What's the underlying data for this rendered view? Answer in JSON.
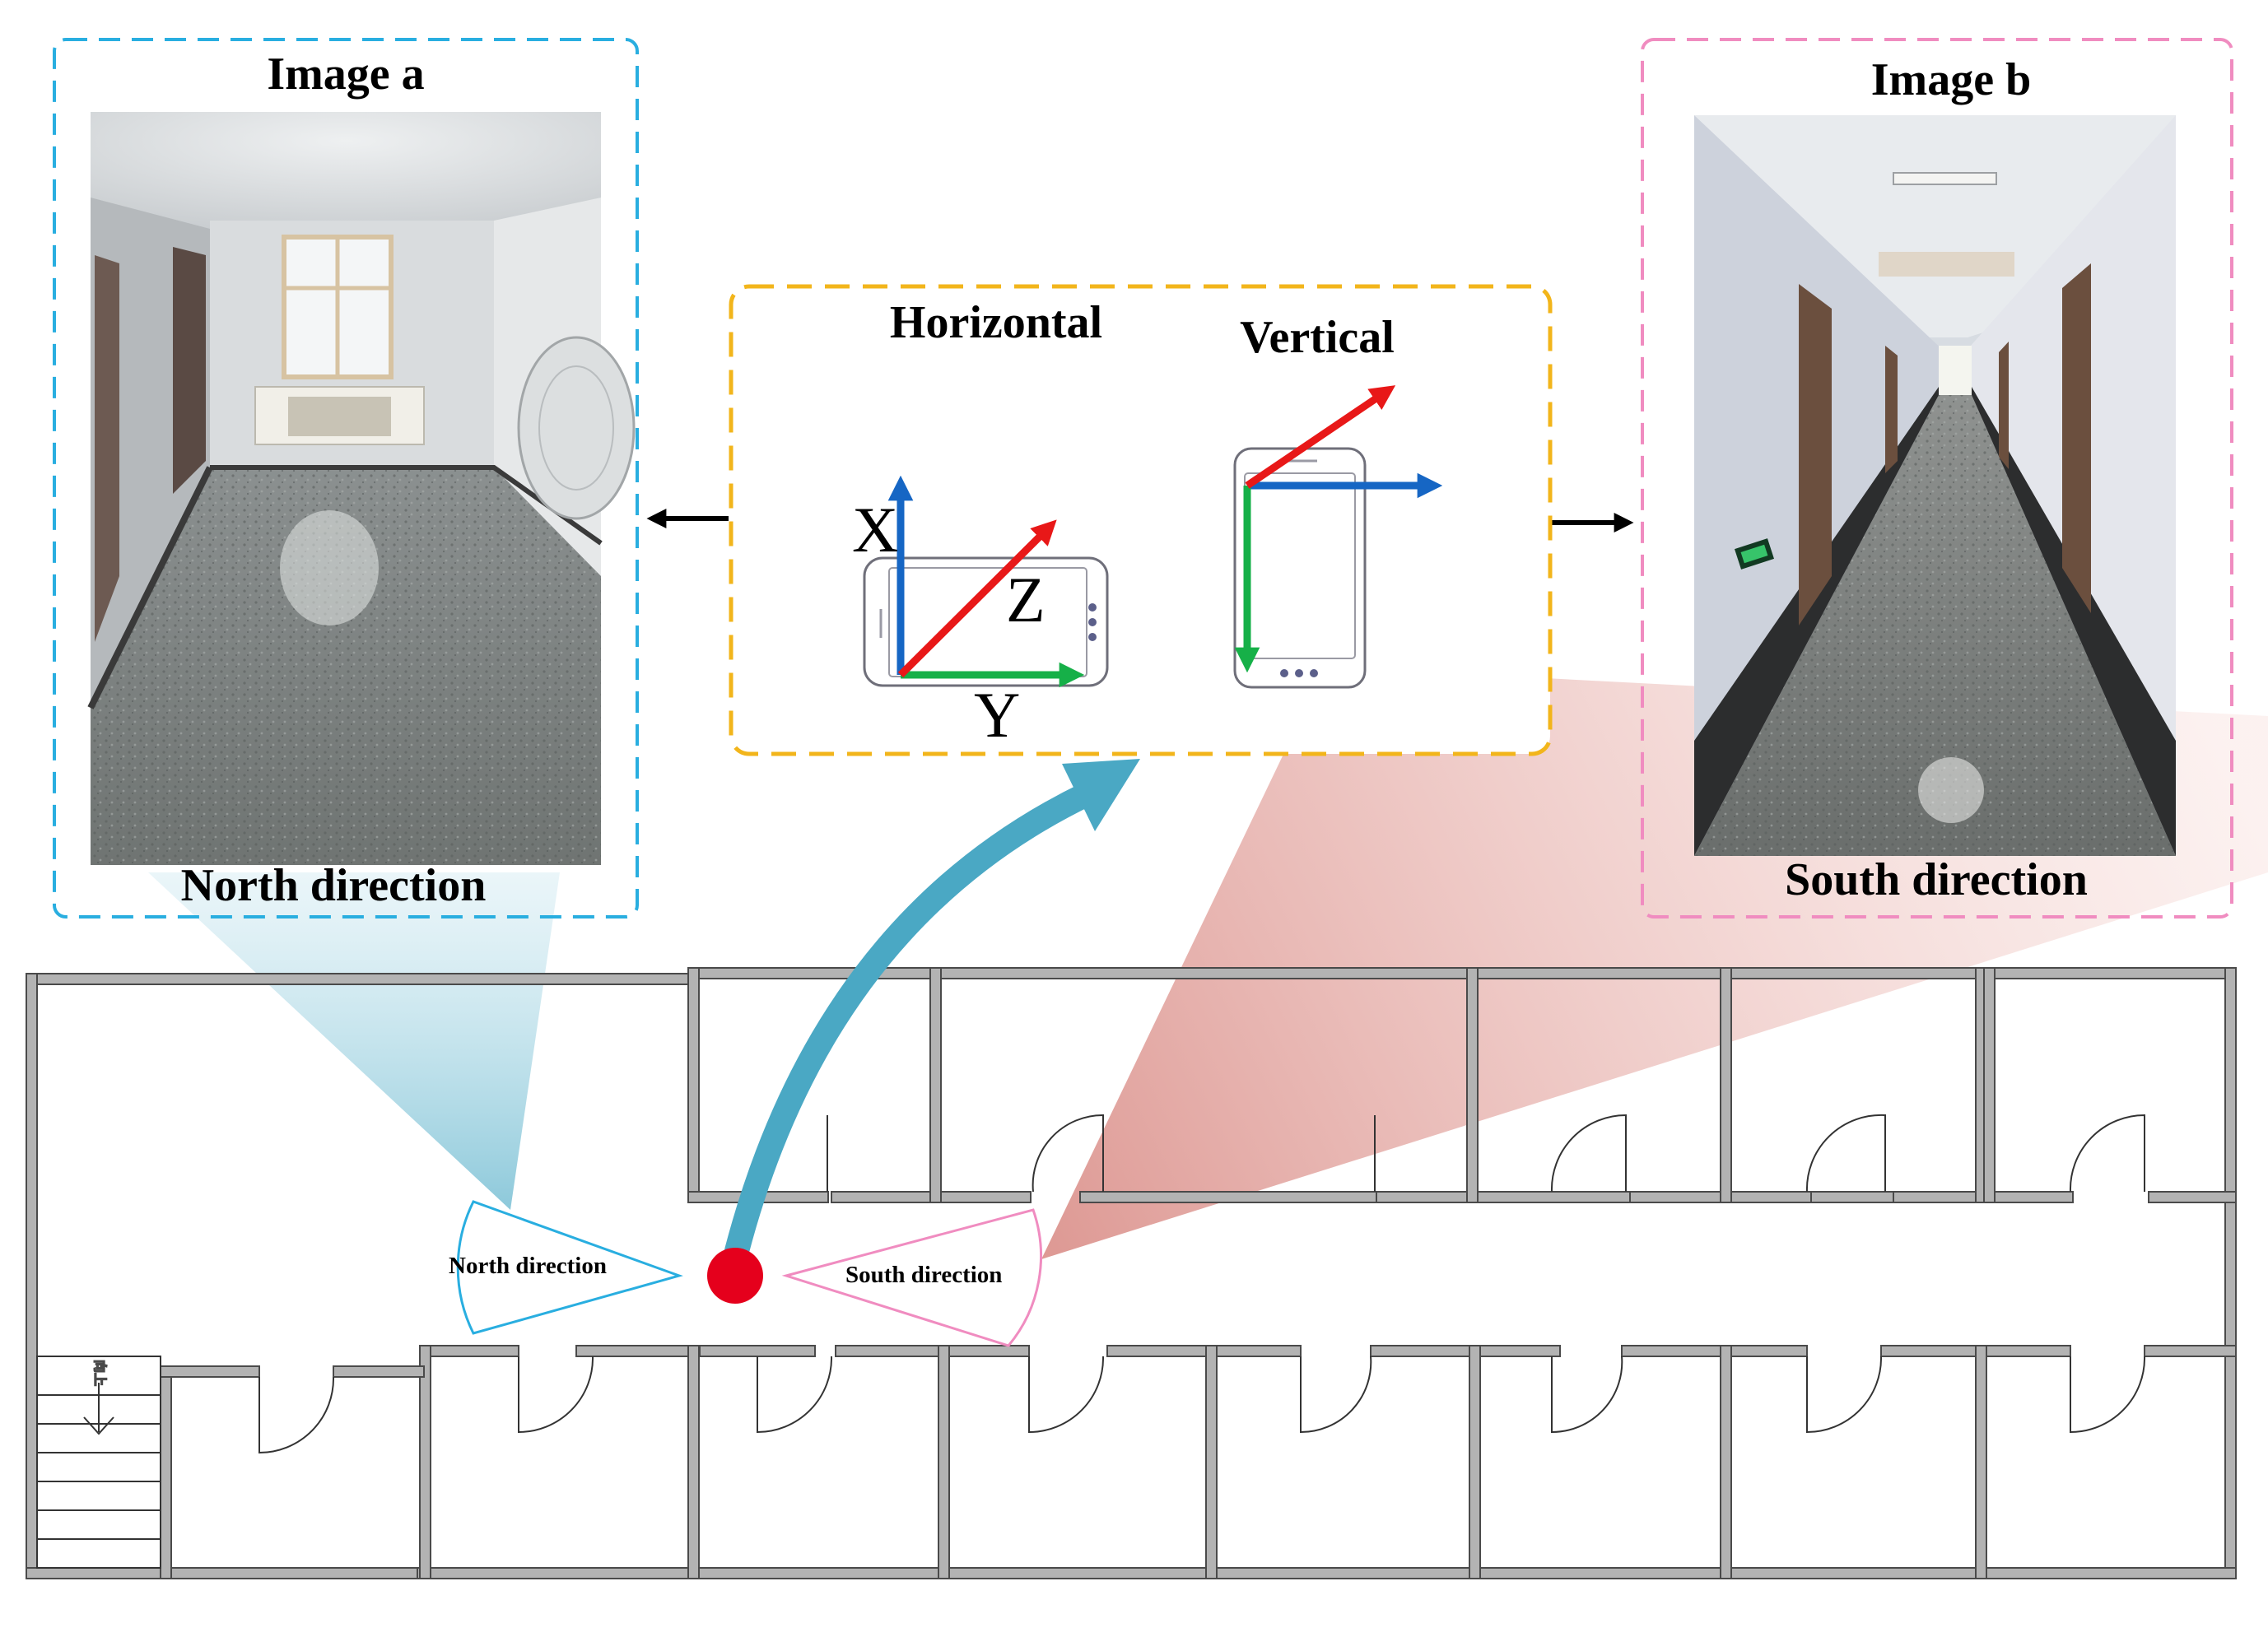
{
  "panel_a": {
    "title": "Image a",
    "caption": "North direction"
  },
  "panel_b": {
    "title": "Image b",
    "caption": "South direction"
  },
  "orientation": {
    "horizontal_label": "Horizontal",
    "vertical_label": "Vertical",
    "axes": {
      "x": "X",
      "y": "Y",
      "z": "Z"
    }
  },
  "floorplan": {
    "north_label": "North direction",
    "south_label": "South direction",
    "stair_label": "向上"
  },
  "colors": {
    "blue_frame": "#29aee0",
    "pink_frame": "#f08cc0",
    "yellow_frame": "#f2b51b",
    "axis_red": "#e81818",
    "axis_green": "#16b048",
    "axis_blue": "#1666c4",
    "teal_arrow": "#4aa8c4",
    "position_dot": "#e5001c",
    "wall_gray": "#b3b3b3"
  }
}
